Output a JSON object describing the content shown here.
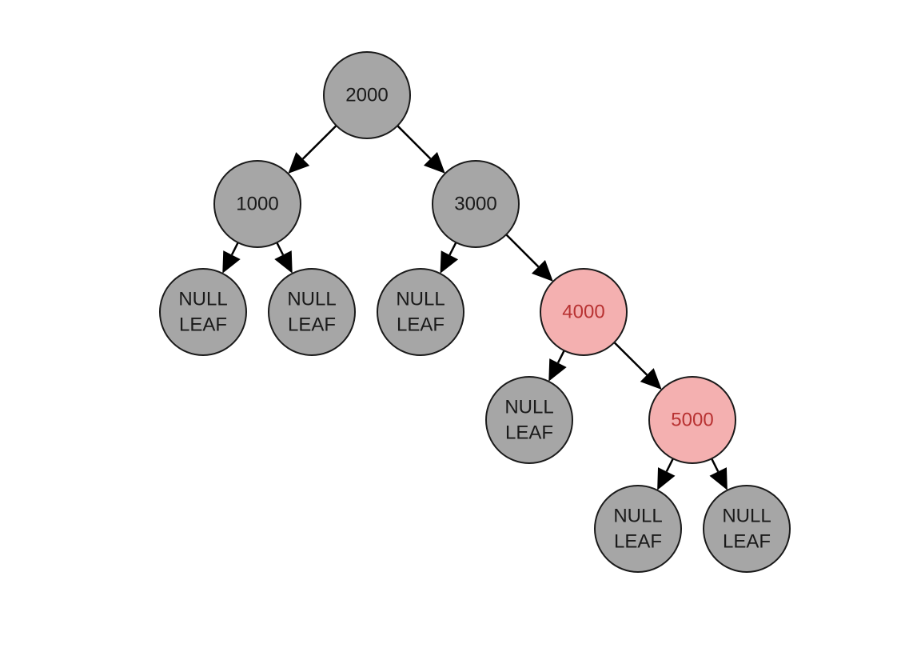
{
  "colors": {
    "black_fill": "#a6a6a6",
    "black_text": "#1a1a1a",
    "red_fill": "#f4b0b0",
    "red_stroke": "#b83232",
    "red_text": "#b83232",
    "edge": "#000000"
  },
  "nodes": [
    {
      "id": "n2000",
      "lines": [
        "2000"
      ],
      "color": "black"
    },
    {
      "id": "n1000",
      "lines": [
        "1000"
      ],
      "color": "black"
    },
    {
      "id": "n3000",
      "lines": [
        "3000"
      ],
      "color": "black"
    },
    {
      "id": "nl1",
      "lines": [
        "NULL",
        "LEAF"
      ],
      "color": "black"
    },
    {
      "id": "nl2",
      "lines": [
        "NULL",
        "LEAF"
      ],
      "color": "black"
    },
    {
      "id": "nl3",
      "lines": [
        "NULL",
        "LEAF"
      ],
      "color": "black"
    },
    {
      "id": "n4000",
      "lines": [
        "4000"
      ],
      "color": "red"
    },
    {
      "id": "nl4",
      "lines": [
        "NULL",
        "LEAF"
      ],
      "color": "black"
    },
    {
      "id": "n5000",
      "lines": [
        "5000"
      ],
      "color": "red"
    },
    {
      "id": "nl5",
      "lines": [
        "NULL",
        "LEAF"
      ],
      "color": "black"
    },
    {
      "id": "nl6",
      "lines": [
        "NULL",
        "LEAF"
      ],
      "color": "black"
    }
  ],
  "edges": [
    {
      "from": "n2000",
      "to": "n1000"
    },
    {
      "from": "n2000",
      "to": "n3000"
    },
    {
      "from": "n1000",
      "to": "nl1"
    },
    {
      "from": "n1000",
      "to": "nl2"
    },
    {
      "from": "n3000",
      "to": "nl3"
    },
    {
      "from": "n3000",
      "to": "n4000"
    },
    {
      "from": "n4000",
      "to": "nl4"
    },
    {
      "from": "n4000",
      "to": "n5000"
    },
    {
      "from": "n5000",
      "to": "nl5"
    },
    {
      "from": "n5000",
      "to": "nl6"
    }
  ]
}
